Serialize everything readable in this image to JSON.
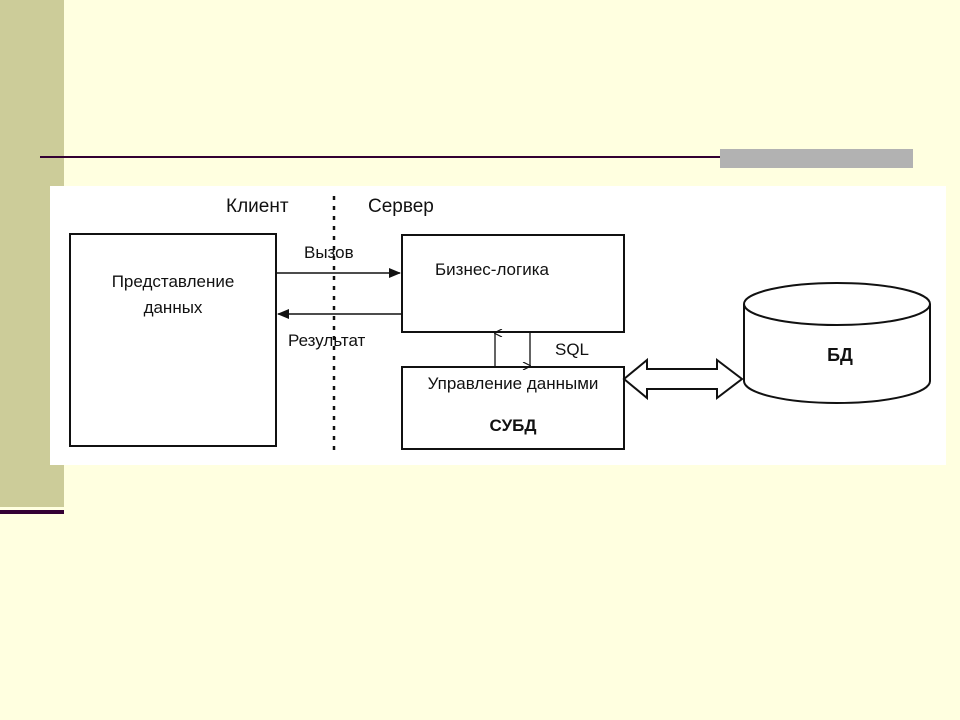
{
  "slide": {
    "colors": {
      "background": "#ffffe0",
      "side_strip": "#cccc99",
      "accent_dark": "#330033",
      "accent_gray": "#b2b2b2"
    }
  },
  "diagram": {
    "title": "Client-server architecture with DBMS",
    "zones": {
      "client": "Клиент",
      "server": "Сервер"
    },
    "blocks": {
      "presentation": [
        "Представление",
        "данных"
      ],
      "business_logic": "Бизнес-логика",
      "data_management": "Управление данными",
      "dbms": "СУБД",
      "database": "БД"
    },
    "arrows": {
      "call": "Вызов",
      "result": "Результат",
      "sql": "SQL"
    }
  }
}
